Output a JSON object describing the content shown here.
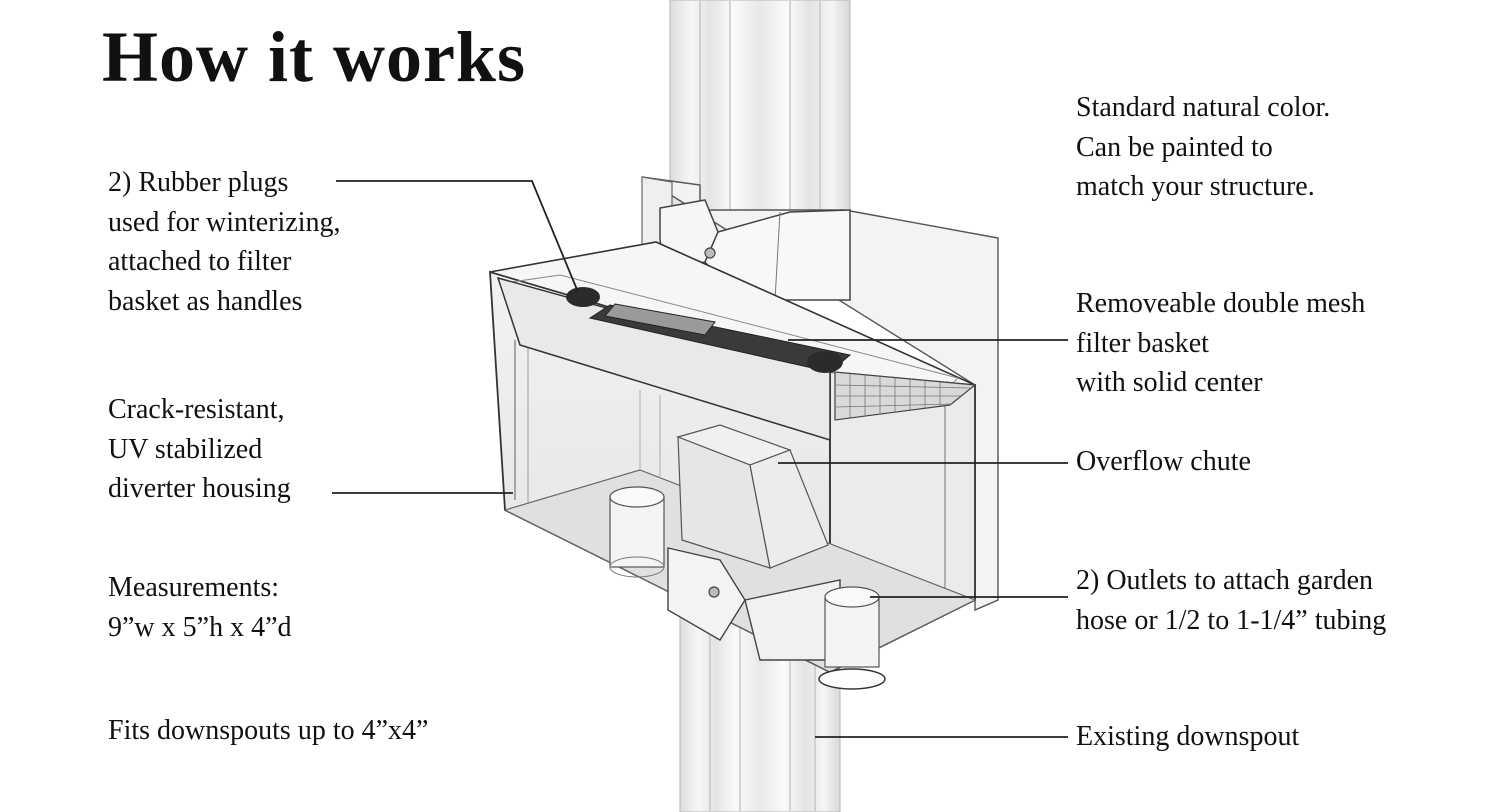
{
  "title": "How it works",
  "labels": {
    "plugs": [
      "2) Rubber plugs",
      "used for winterizing,",
      "attached to filter",
      "basket as handles"
    ],
    "housing": [
      "Crack-resistant,",
      "UV stabilized",
      "diverter housing"
    ],
    "measurements": [
      "Measurements:",
      "9”w x 5”h x 4”d"
    ],
    "fits": [
      "Fits downspouts up to 4”x4”"
    ],
    "color": [
      "Standard natural color.",
      "Can be painted to",
      "match your structure."
    ],
    "mesh": [
      "Removeable double mesh",
      "filter basket",
      "with solid center"
    ],
    "overflow": [
      "Overflow chute"
    ],
    "outlets": [
      "2) Outlets to attach garden",
      "hose or 1/2 to 1-1/4” tubing"
    ],
    "downspout": [
      "Existing downspout"
    ]
  }
}
